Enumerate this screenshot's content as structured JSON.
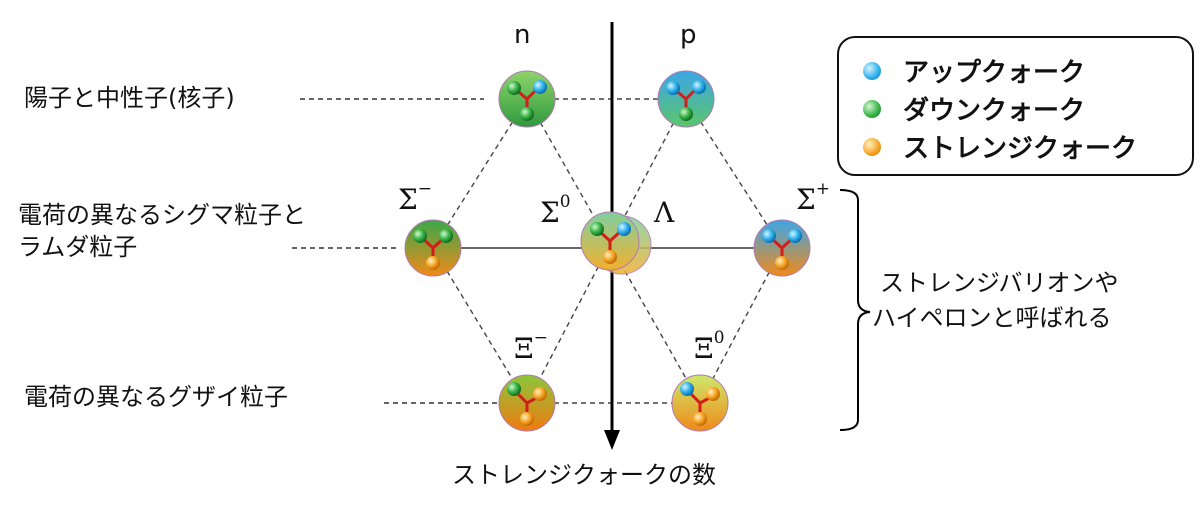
{
  "labels": {
    "nucleon": "陽子と中性子(核子)",
    "sigma_lambda_line1": "電荷の異なるシグマ粒子と",
    "sigma_lambda_line2": "ラムダ粒子",
    "xi": "電荷の異なるグザイ粒子",
    "strange_count": "ストレンジクォークの数",
    "hyperon_line1": "ストレンジバリオンや",
    "hyperon_line2": "ハイペロンと呼ばれる"
  },
  "particles": {
    "n": "n",
    "p": "p",
    "sigma_minus": {
      "base": "Σ",
      "sup": "−"
    },
    "sigma_zero": {
      "base": "Σ",
      "sup": "0"
    },
    "lambda": {
      "base": "Λ"
    },
    "sigma_plus": {
      "base": "Σ",
      "sup": "+"
    },
    "xi_minus": {
      "base": "Ξ",
      "sup": "−"
    },
    "xi_zero": {
      "base": "Ξ",
      "sup": "0"
    }
  },
  "legend": {
    "up": "アップクォーク",
    "down": "ダウンクォーク",
    "strange": "ストレンジクォーク"
  },
  "colors": {
    "up": "#1aa7e8",
    "down": "#2e9e3a",
    "strange": "#f59a1a",
    "gluon": "#d21d1d"
  }
}
